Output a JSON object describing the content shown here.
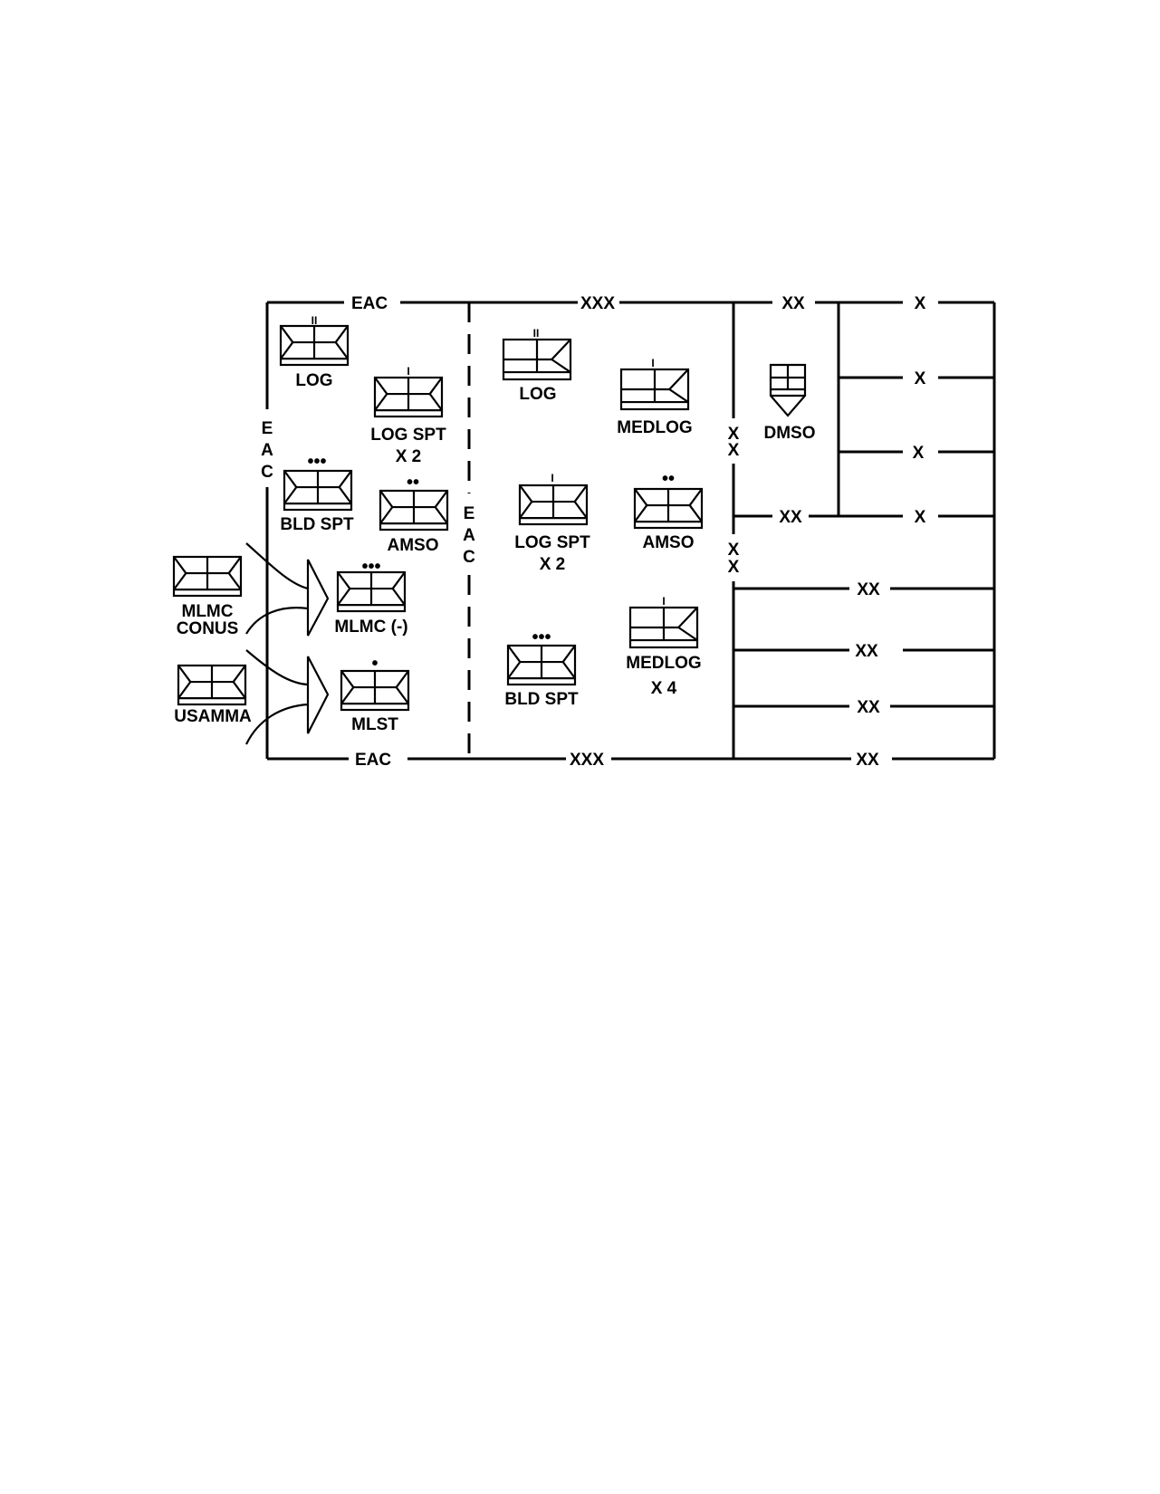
{
  "diagram": {
    "echelon_labels": {
      "eac_top": "EAC",
      "xxx_top": "XXX",
      "xx_top": "XX",
      "x_top": "X",
      "eac_left_vertical": [
        "E",
        "A",
        "C"
      ],
      "eac_middle_vertical": [
        "E",
        "A",
        "C"
      ],
      "xx_upper_vertical": [
        "X",
        "X"
      ],
      "xx_lower_vertical": [
        "X",
        "X"
      ],
      "eac_bottom": "EAC",
      "xxx_bottom": "XXX",
      "xx_bottom": "XX"
    },
    "brigade_labels": [
      "X",
      "X",
      "X",
      "X"
    ],
    "division_inner_labels": [
      "XX",
      "XX",
      "XX",
      "XX"
    ],
    "units_eac": {
      "log": {
        "label": "LOG",
        "size": "II"
      },
      "log_spt": {
        "label": "LOG SPT",
        "count": "X 2",
        "size": "I"
      },
      "bld_spt": {
        "label": "BLD SPT",
        "size": "•••"
      },
      "amso": {
        "label": "AMSO",
        "size": "••"
      },
      "mlmc": {
        "label": "MLMC (-)",
        "size": "•••"
      },
      "mlst": {
        "label": "MLST",
        "size": "•"
      }
    },
    "units_corps": {
      "log": {
        "label": "LOG",
        "size": "II"
      },
      "medlog": {
        "label": "MEDLOG",
        "size": "I"
      },
      "log_spt": {
        "label": "LOG SPT",
        "count": "X 2",
        "size": "I"
      },
      "amso": {
        "label": "AMSO",
        "size": "••"
      },
      "bld_spt": {
        "label": "BLD SPT",
        "size": "•••"
      },
      "medlog_x4": {
        "label": "MEDLOG",
        "count": "X 4",
        "size": "I"
      }
    },
    "units_division": {
      "dmso": {
        "label": "DMSO"
      }
    },
    "external_units": {
      "mlmc_conus": {
        "label_line1": "MLMC",
        "label_line2": "CONUS"
      },
      "usamma": {
        "label": "USAMMA"
      }
    }
  }
}
